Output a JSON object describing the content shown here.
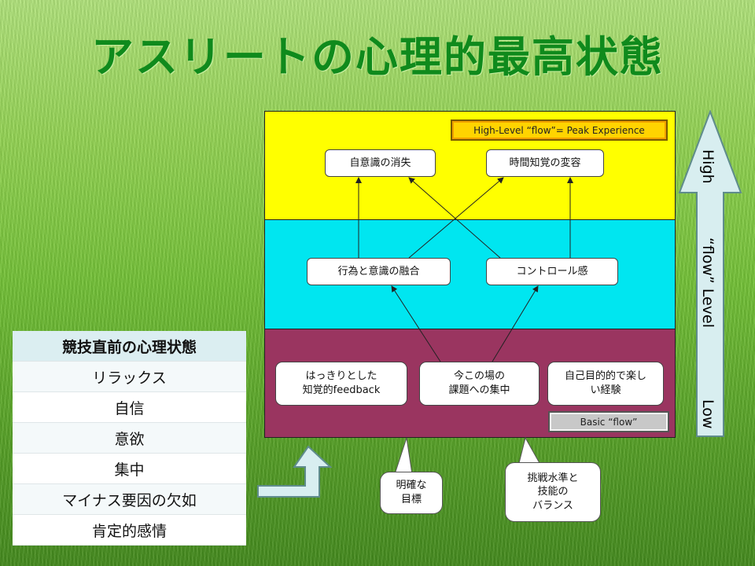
{
  "title": "アスリートの心理的最高状態",
  "diagram": {
    "peak_badge": "High-Level “flow”= Peak Experience",
    "basic_badge": "Basic “flow”",
    "top_nodes": [
      "自意識の消失",
      "時間知覚の変容"
    ],
    "mid_nodes": [
      "行為と意識の融合",
      "コントロール感"
    ],
    "bottom_nodes": [
      [
        "はっきりとした",
        "知覚的feedback"
      ],
      [
        "今この場の",
        "課題への集中"
      ],
      [
        "自己目的的で楽し",
        "い経験"
      ]
    ],
    "colors": {
      "top_band": "#ffff00",
      "mid_band": "#00e6f0",
      "bottom_band": "#9a3560",
      "title": "#0f8a1c"
    }
  },
  "level_arrow": {
    "high": "High",
    "label": "“flow” Level",
    "low": "Low"
  },
  "callouts": {
    "goal": [
      "明確な",
      "目標"
    ],
    "balance": [
      "挑戦水準と",
      "技能の",
      "バランス"
    ]
  },
  "table": {
    "header": "競技直前の心理状態",
    "rows": [
      "リラックス",
      "自信",
      "意欲",
      "集中",
      "マイナス要因の欠如",
      "肯定的感情"
    ]
  }
}
